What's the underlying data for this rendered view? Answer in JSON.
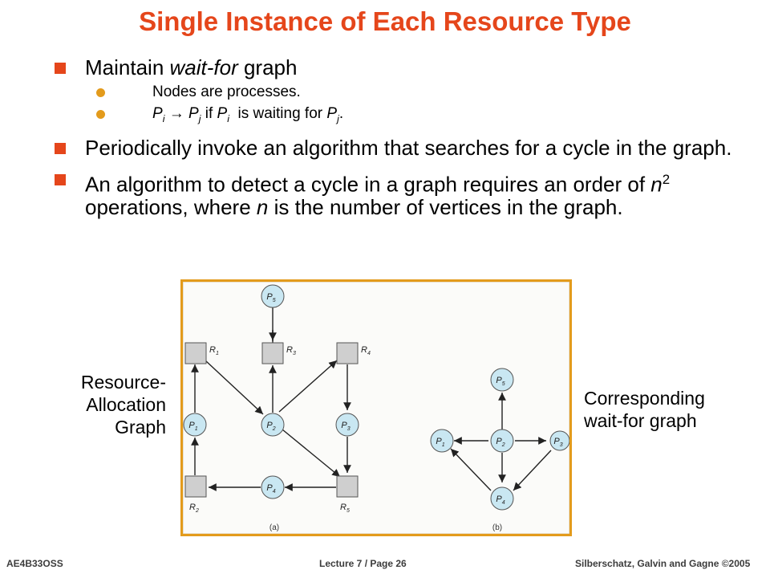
{
  "slide": {
    "title": "Single Instance of Each Resource Type",
    "bullets": [
      {
        "pre": "Maintain ",
        "em": "wait-for",
        "post": " graph"
      },
      {
        "text": "Periodically invoke an algorithm that searches for a cycle in the graph."
      },
      {
        "pre": "An algorithm to detect a cycle in a graph requires an order of ",
        "em1": "n",
        "sup": "2",
        "mid": " operations, where ",
        "em2": "n",
        "post": " is the number of vertices in the graph."
      }
    ],
    "sub_bullets": {
      "nodes": "Nodes are processes.",
      "edge_pi": "P",
      "edge_i": "i",
      "edge_arrow": "→",
      "edge_pj": "P",
      "edge_j": "j",
      "edge_if": "if",
      "edge_pi2": "P",
      "edge_i2": "i",
      "edge_waiting": "is waiting for",
      "edge_pj2": "P",
      "edge_j2": "j",
      "edge_dot": "."
    }
  },
  "labels": {
    "rag_line1": "Resource-",
    "rag_line2": "Allocation",
    "rag_line3": "Graph",
    "wfg_line1": "Corresponding",
    "wfg_line2": "wait-for graph"
  },
  "figure": {
    "caption_a": "(a)",
    "caption_b": "(b)",
    "node_letter_p": "P",
    "node_letter_r": "R",
    "a_processes": [
      "5",
      "1",
      "2",
      "3",
      "4"
    ],
    "a_resources": [
      "1",
      "3",
      "4",
      "2",
      "5"
    ],
    "b_processes": [
      "5",
      "1",
      "2",
      "3",
      "4"
    ]
  },
  "footer": {
    "left": "AE4B33OSS",
    "center": "Lecture  7 / Page 26",
    "right": "Silberschatz, Galvin and Gagne ©2005"
  },
  "colors": {
    "title": "#e5461b",
    "bullet_square": "#e5461b",
    "bullet_dot": "#e39b1c",
    "frame": "#e39b1c",
    "node_fill": "#c9e7f2",
    "resource_fill": "#cfcfcf"
  }
}
